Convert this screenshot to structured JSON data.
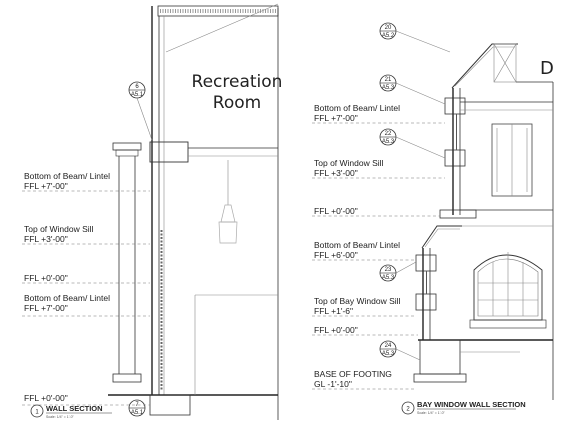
{
  "left_section": {
    "room_label_line1": "Recreation",
    "room_label_line2": "Room",
    "levels": [
      {
        "name": "Bottom of Beam/ Lintel",
        "value": "FFL +7'-00\""
      },
      {
        "name": "Top of Window Sill",
        "value": "FFL +3'-00\""
      },
      {
        "name": "",
        "value": "FFL +0'-00\""
      },
      {
        "name": "Bottom of Beam/ Lintel",
        "value": "FFL +7'-00\""
      },
      {
        "name": "",
        "value": "FFL +0'-00\""
      }
    ],
    "tags": [
      {
        "num": "6",
        "sheet": "A5.1"
      },
      {
        "num": "7",
        "sheet": "A5.1"
      }
    ],
    "title_num": "1",
    "title": "WALL SECTION",
    "scale": "Scale: 1/4\" = 1'-0\""
  },
  "right_section": {
    "corner_label": "D",
    "levels": [
      {
        "name": "Bottom of Beam/ Lintel",
        "value": "FFL +7'-00\""
      },
      {
        "name": "Top of Window Sill",
        "value": "FFL +3'-00\""
      },
      {
        "name": "",
        "value": "FFL +0'-00\""
      },
      {
        "name": "Bottom of Beam/ Lintel",
        "value": "FFL +6'-00\""
      },
      {
        "name": "Top of Bay Window Sill",
        "value": "FFL +1'-6\""
      },
      {
        "name": "",
        "value": "FFL +0'-00\""
      },
      {
        "name": "BASE OF FOOTING",
        "value": "GL -1'-10\""
      }
    ],
    "tags": [
      {
        "num": "20",
        "sheet": "A5.2"
      },
      {
        "num": "21",
        "sheet": "A5.3"
      },
      {
        "num": "22",
        "sheet": "A5.3"
      },
      {
        "num": "23",
        "sheet": "A5.3"
      },
      {
        "num": "24",
        "sheet": "A5.3"
      }
    ],
    "title_num": "2",
    "title": "BAY WINDOW WALL SECTION",
    "scale": "Scale: 1/4\" = 1'-0\""
  }
}
